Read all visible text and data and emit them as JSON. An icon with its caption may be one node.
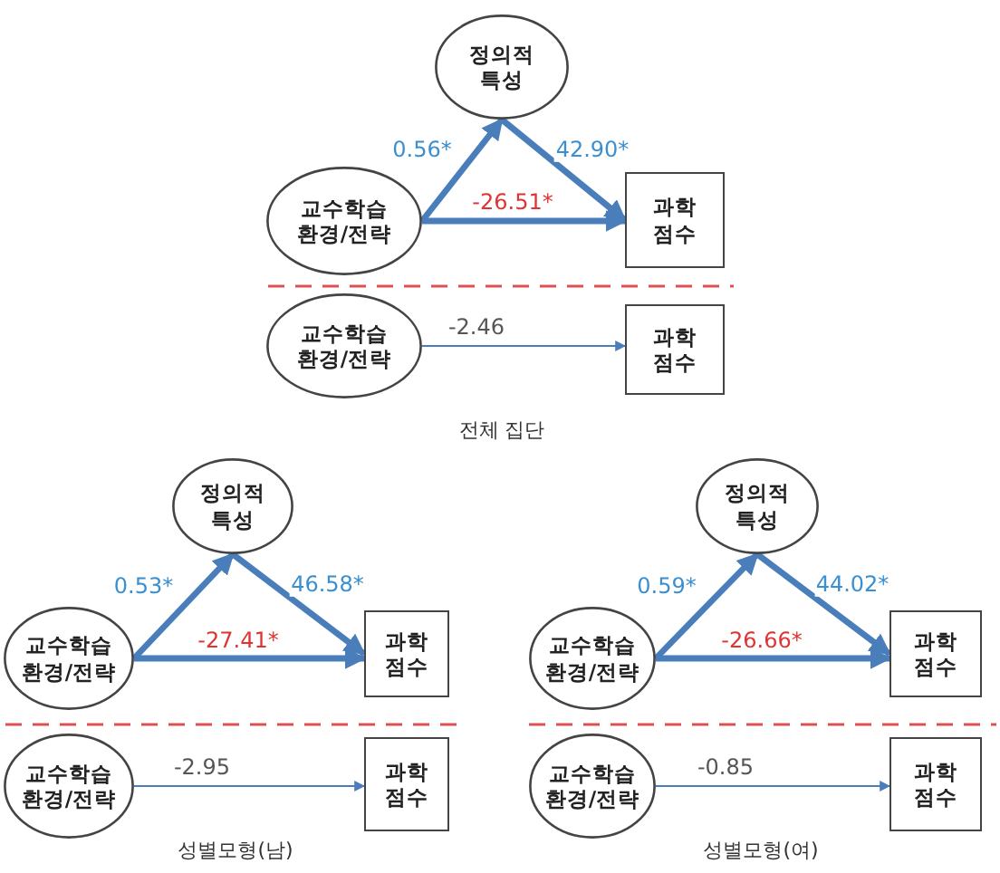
{
  "diagram": {
    "nodes": [
      {
        "text": [
          "정의적 특성"
        ]
      },
      {
        "text": [
          "교수학습 환경/전략"
        ]
      },
      {
        "text": [
          "과학 점수"
        ]
      },
      {
        "text": [
          "교수학습 환경/전략"
        ]
      },
      {
        "text": [
          "과학 점수"
        ]
      },
      {
        "text": [
          "정의적 특성"
        ]
      },
      {
        "text": [
          "교수학습 환경/전략"
        ]
      },
      {
        "text": [
          "과학 점수"
        ]
      },
      {
        "text": [
          "교수학습 환경/전략"
        ]
      },
      {
        "text": [
          "과학 점수"
        ]
      },
      {
        "text": [
          "정의적 특성"
        ]
      },
      {
        "text": [
          "교수학습 환경/전략"
        ]
      },
      {
        "text": [
          "과학 점수"
        ]
      },
      {
        "text": [
          "교수학습 환경/전략"
        ]
      },
      {
        "text": [
          "과학 점수"
        ]
      }
    ],
    "edges": [
      {
        "from": 1,
        "to": 0,
        "arrow": "to",
        "label": "0.56*"
      },
      {
        "from": 0,
        "to": 2,
        "arrow": "to",
        "label": "42.90*"
      },
      {
        "from": 1,
        "to": 2,
        "arrow": "to",
        "label": "-26.51*"
      },
      {
        "from": 3,
        "to": 4,
        "arrow": "to",
        "label": "-2.46"
      },
      {
        "from": 6,
        "to": 5,
        "arrow": "to",
        "label": "0.53*"
      },
      {
        "from": 5,
        "to": 7,
        "arrow": "to",
        "label": "46.58*"
      },
      {
        "from": 6,
        "to": 7,
        "arrow": "to",
        "label": "-27.41*"
      },
      {
        "from": 8,
        "to": 9,
        "arrow": "to",
        "label": "-2.95"
      },
      {
        "from": 11,
        "to": 10,
        "arrow": "to",
        "label": "0.59*"
      },
      {
        "from": 10,
        "to": 12,
        "arrow": "to",
        "label": "44.02*"
      },
      {
        "from": 11,
        "to": 12,
        "arrow": "to",
        "label": "-26.66*"
      },
      {
        "from": 13,
        "to": 14,
        "arrow": "to",
        "label": "-0.85"
      }
    ],
    "labels": [
      "전체 집단",
      "성별모형(남)",
      "성별모형(여)"
    ]
  }
}
